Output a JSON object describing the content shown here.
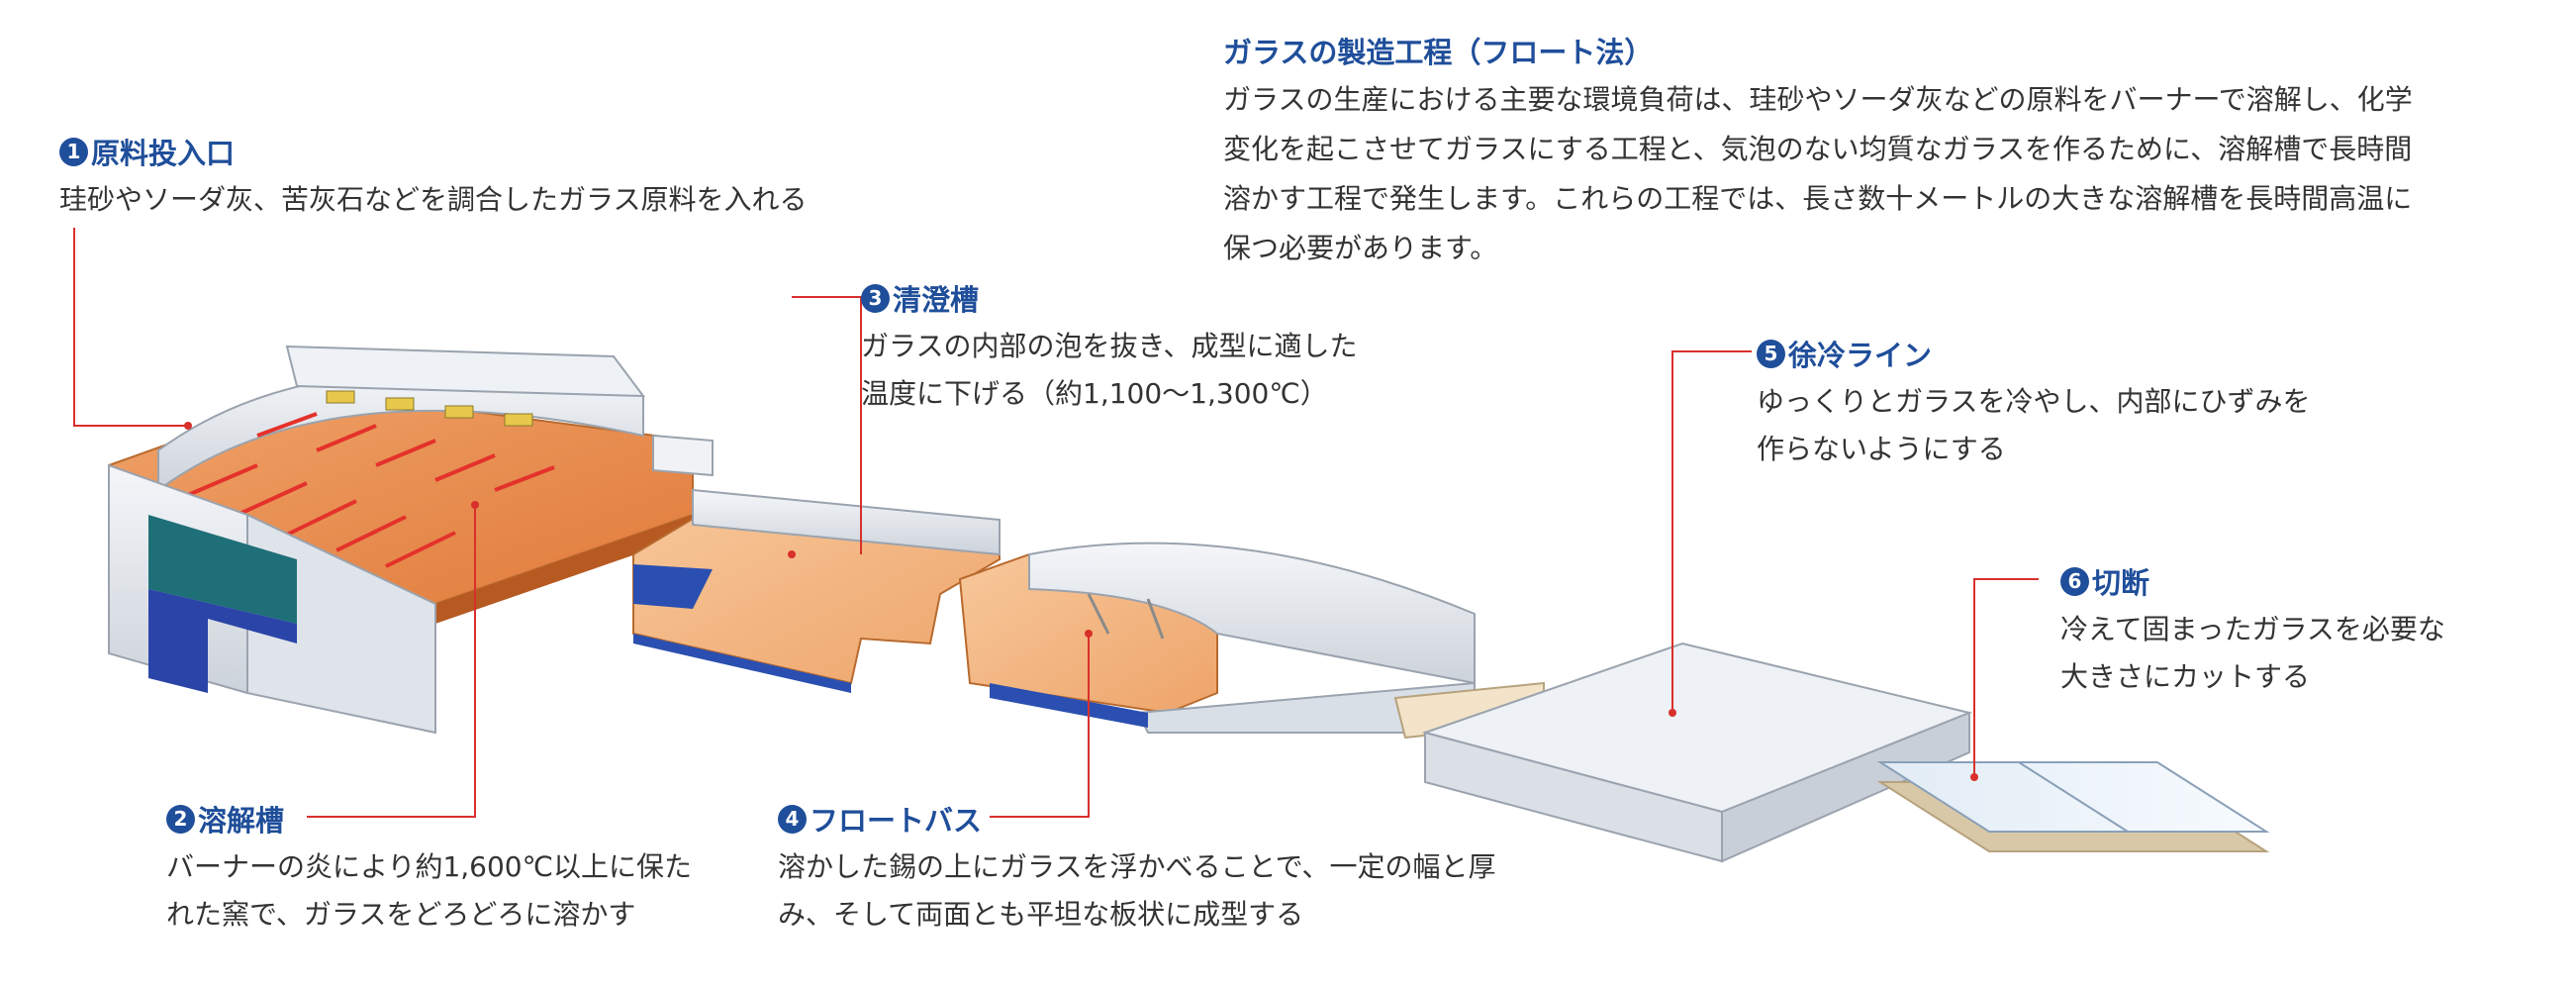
{
  "header": {
    "title": "ガラスの製造工程（フロート法）",
    "intro_lines": [
      "ガラスの生産における主要な環境負荷は、珪砂やソーダ灰などの原料をバーナーで溶解し、化学",
      "変化を起こさせてガラスにする工程と、気泡のない均質なガラスを作るために、溶解槽で長時間",
      "溶かす工程で発生します。これらの工程では、長さ数十メートルの大きな溶解槽を長時間高温に",
      "保つ必要があります。"
    ]
  },
  "steps": [
    {
      "num": "1",
      "title": "原料投入口",
      "lines": [
        "珪砂やソーダ灰、苦灰石などを調合したガラス原料を入れる"
      ]
    },
    {
      "num": "2",
      "title": "溶解槽",
      "lines": [
        "バーナーの炎により約1,600℃以上に保た",
        "れた窯で、ガラスをどろどろに溶かす"
      ]
    },
    {
      "num": "3",
      "title": "清澄槽",
      "lines": [
        "ガラスの内部の泡を抜き、成型に適した",
        "温度に下げる（約1,100〜1,300℃）"
      ]
    },
    {
      "num": "4",
      "title": "フロートバス",
      "lines": [
        "溶かした錫の上にガラスを浮かべることで、一定の幅と厚",
        "み、そして両面とも平坦な板状に成型する"
      ]
    },
    {
      "num": "5",
      "title": "徐冷ライン",
      "lines": [
        "ゆっくりとガラスを冷やし、内部にひずみを",
        "作らないようにする"
      ]
    },
    {
      "num": "6",
      "title": "切断",
      "lines": [
        "冷えて固まったガラスを必要な",
        "大きさにカットする"
      ]
    }
  ],
  "colors": {
    "accent": "#1f4e9a",
    "leader": "#d9302c",
    "molten_glass": "#f2b27e",
    "furnace_shell": "#e6eaef",
    "refractory_blue": "#2a4fb0"
  }
}
